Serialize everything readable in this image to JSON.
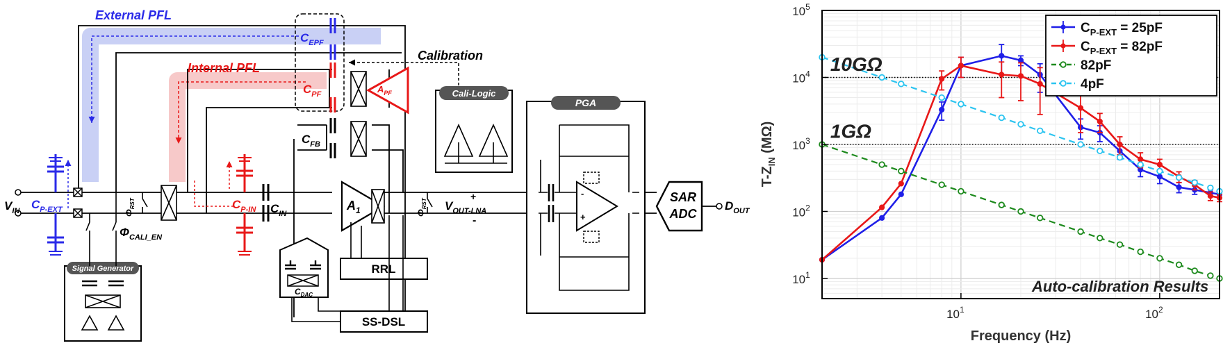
{
  "circuit": {
    "external_pfl": "External PFL",
    "internal_pfl": "Internal PFL",
    "calibration": "Calibration",
    "c_epf": {
      "main": "C",
      "sub": "EPF"
    },
    "c_pf": {
      "main": "C",
      "sub": "PF"
    },
    "a_pf": {
      "main": "A",
      "sub": "PF"
    },
    "c_fb": {
      "main": "C",
      "sub": "FB"
    },
    "c_p_in": {
      "main": "C",
      "sub": "P-IN"
    },
    "c_in": {
      "main": "C",
      "sub": "IN"
    },
    "c_p_ext": {
      "main": "C",
      "sub": "P-EXT"
    },
    "v_in": {
      "main": "V",
      "sub": "IN"
    },
    "phi_rst": {
      "main": "Φ",
      "sub": "RST"
    },
    "phi_cali_en": {
      "main": "Φ",
      "sub": "CALI_EN"
    },
    "a1": {
      "main": "A",
      "sub": "1"
    },
    "v_out_lna": {
      "main": "V",
      "sub": "OUT-LNA"
    },
    "cali_logic": "Cali-Logic",
    "pga": "PGA",
    "sar_adc_line1": "SAR",
    "sar_adc_line2": "ADC",
    "d_out": {
      "main": "D",
      "sub": "OUT"
    },
    "signal_generator": "Signal Generator",
    "c_dac": {
      "main": "C",
      "sub": "DAC"
    },
    "rrl": "RRL",
    "ss_dsl": "SS-DSL",
    "plus": "+",
    "minus": "-",
    "colors": {
      "external": "#2a2ae8",
      "internal": "#e81818",
      "external_band": "#c9d0f5",
      "internal_band": "#f7c9c9"
    }
  },
  "chart_data": {
    "type": "line",
    "xscale": "log",
    "yscale": "log",
    "xlim": [
      2,
      200
    ],
    "ylim": [
      5,
      100000
    ],
    "xlabel": "Frequency (Hz)",
    "ylabel_main": "T-Z",
    "ylabel_sub": "IN",
    "ylabel_unit": " (MΩ)",
    "xticks": [
      {
        "v": 10,
        "base": "10",
        "exp": "1"
      },
      {
        "v": 100,
        "base": "10",
        "exp": "2"
      }
    ],
    "yticks": [
      {
        "v": 10,
        "base": "10",
        "exp": "1"
      },
      {
        "v": 100,
        "base": "10",
        "exp": "2"
      },
      {
        "v": 1000,
        "base": "10",
        "exp": "3"
      },
      {
        "v": 10000,
        "base": "10",
        "exp": "4"
      },
      {
        "v": 100000,
        "base": "10",
        "exp": "5"
      }
    ],
    "grid": true,
    "annotations": [
      {
        "text": "10GΩ",
        "x": 2.2,
        "y": 12500
      },
      {
        "text": "1GΩ",
        "x": 2.2,
        "y": 1250
      }
    ],
    "reference_lines": [
      10000,
      1000
    ],
    "footer": "Auto-calibration Results",
    "legend_position": "top-right",
    "series": [
      {
        "name_main": "C",
        "name_sub": "P-EXT",
        "name_rest": " = 25pF",
        "color": "#1f1fe8",
        "style": "solid-errorbar",
        "marker": "filled",
        "x": [
          2,
          4,
          5,
          8,
          10,
          16,
          20,
          25,
          40,
          50,
          63,
          80,
          100,
          125,
          150,
          180,
          200
        ],
        "y": [
          19,
          80,
          180,
          3300,
          15000,
          21000,
          18000,
          11000,
          1800,
          1500,
          800,
          420,
          330,
          230,
          210,
          190,
          180
        ],
        "err": [
          0,
          0,
          0,
          1000,
          5000,
          10000,
          3000,
          5000,
          600,
          400,
          200,
          90,
          70,
          40,
          30,
          20,
          20
        ]
      },
      {
        "name_main": "C",
        "name_sub": "P-EXT",
        "name_rest": " = 82pF",
        "color": "#e81818",
        "style": "solid-errorbar",
        "marker": "filled",
        "x": [
          2,
          4,
          5,
          8,
          10,
          16,
          20,
          25,
          40,
          50,
          63,
          80,
          100,
          125,
          150,
          180,
          200
        ],
        "y": [
          19,
          115,
          260,
          9500,
          15000,
          11000,
          10500,
          8000,
          3500,
          2200,
          1000,
          600,
          500,
          330,
          250,
          170,
          160
        ],
        "err": [
          0,
          0,
          0,
          3000,
          5000,
          6000,
          6000,
          6000,
          2000,
          700,
          300,
          150,
          100,
          60,
          40,
          25,
          20
        ]
      },
      {
        "name_main": "82pF",
        "name_sub": "",
        "name_rest": "",
        "color": "#1d8a1d",
        "style": "dashed",
        "marker": "open",
        "x": [
          2,
          4,
          5,
          8,
          10,
          16,
          20,
          25,
          40,
          50,
          63,
          80,
          100,
          125,
          150,
          180,
          200
        ],
        "y": [
          1000,
          500,
          400,
          250,
          200,
          125,
          100,
          80,
          50,
          40,
          32,
          25,
          20,
          16,
          13,
          11,
          10
        ]
      },
      {
        "name_main": "4pF",
        "name_sub": "",
        "name_rest": "",
        "color": "#2bc4f0",
        "style": "dashed",
        "marker": "open",
        "x": [
          2,
          4,
          5,
          8,
          10,
          16,
          20,
          25,
          40,
          50,
          63,
          80,
          100,
          125,
          150,
          180,
          200
        ],
        "y": [
          20000,
          10000,
          8000,
          5000,
          4000,
          2500,
          2000,
          1600,
          1000,
          800,
          640,
          500,
          400,
          320,
          270,
          225,
          200
        ]
      }
    ]
  }
}
